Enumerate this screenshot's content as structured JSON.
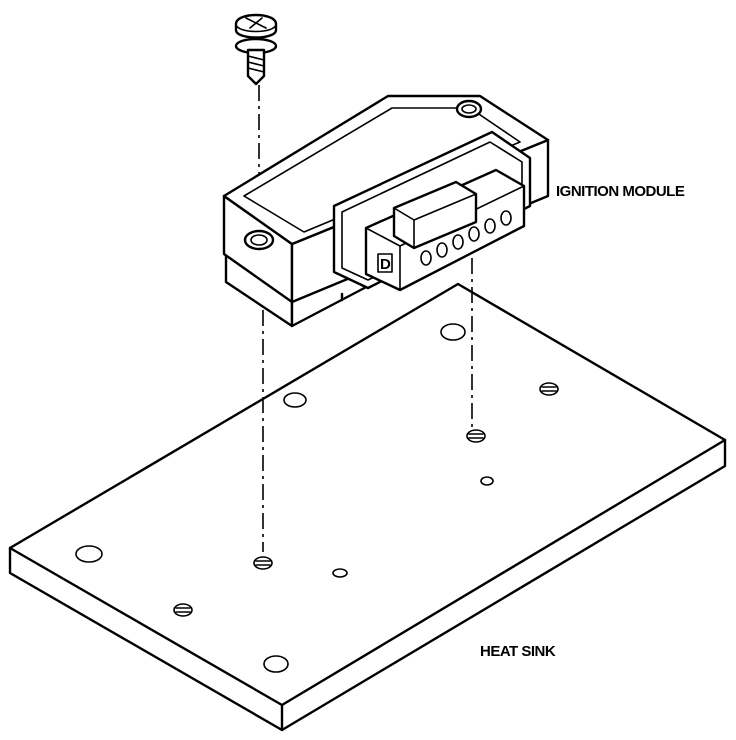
{
  "labels": {
    "ignition_module": "IGNITION MODULE",
    "heat_sink": "HEAT SINK"
  },
  "connector_marking": "D",
  "icons": [
    "screw-icon"
  ]
}
